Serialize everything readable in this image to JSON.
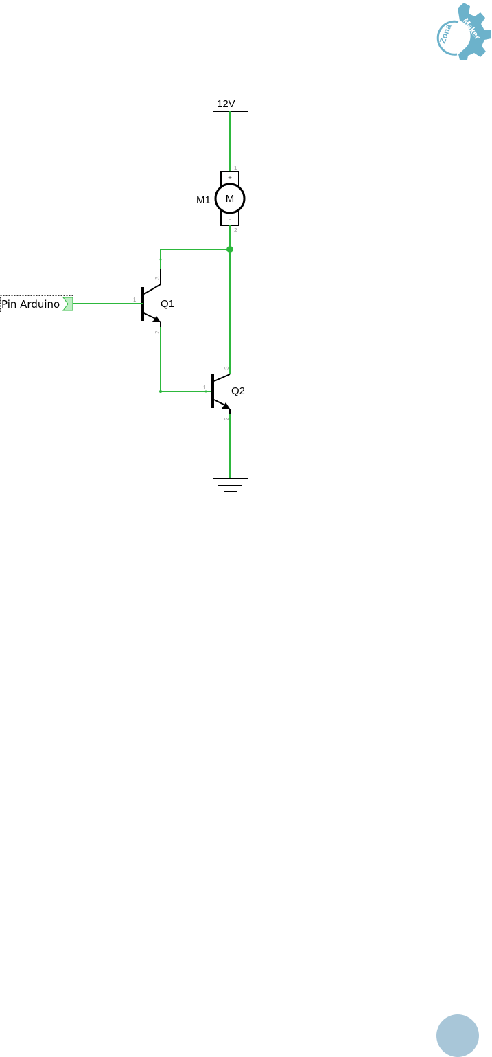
{
  "colors": {
    "wire": "#2db83d",
    "symbol": "#000000",
    "logo": "#6cb2cb",
    "page_badge": "#a8c6d8"
  },
  "power": {
    "label": "12V"
  },
  "motor": {
    "ref": "M1",
    "letter": "M",
    "plus": "+",
    "minus": "-",
    "pin1": "1",
    "pin2": "2"
  },
  "q1": {
    "ref": "Q1",
    "pin_base": "1",
    "pin_emitter": "2",
    "pin_collector": "3"
  },
  "q2": {
    "ref": "Q2",
    "pin_base": "1",
    "pin_emitter": "2",
    "pin_collector": "3"
  },
  "input": {
    "label": "Pin Arduino"
  },
  "logo": {
    "line1": "Zona",
    "line2": "Maker",
    "icon": "gear-icon"
  },
  "page_badge": {
    "icon": "circle-badge"
  }
}
